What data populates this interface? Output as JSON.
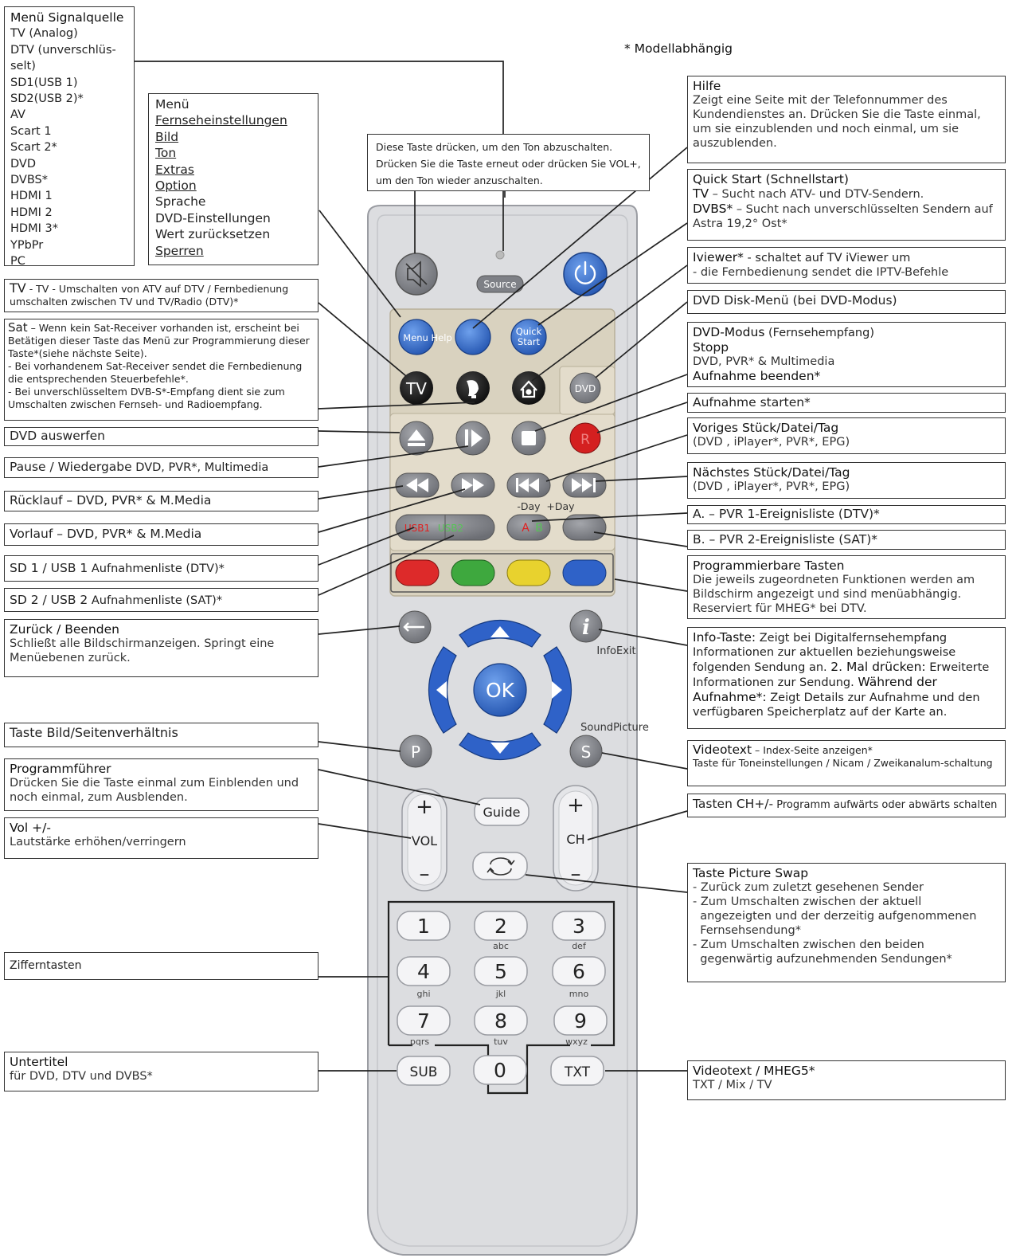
{
  "note": "* Modellabhängig",
  "source_menu": {
    "title": "Menü Signalquelle",
    "items": [
      "TV (Analog)",
      "DTV (unverschlüs-",
      "selt)",
      "SD1(USB 1)",
      "SD2(USB 2)*",
      "AV",
      "Scart 1",
      "Scart 2*",
      "DVD",
      "DVBS*",
      "HDMI 1",
      "HDMI 2",
      "HDMI 3*",
      "YPbPr",
      "PC"
    ]
  },
  "main_menu": {
    "items": [
      {
        "label": "Menü",
        "underline": false
      },
      {
        "label": "Fernseheinstellungen",
        "underline": true
      },
      {
        "label": "Bild",
        "underline": true
      },
      {
        "label": "Ton",
        "underline": true
      },
      {
        "label": "Extras",
        "underline": true
      },
      {
        "label": "Option",
        "underline": true
      },
      {
        "label": "Sprache",
        "underline": false
      },
      {
        "label": "DVD-Einstellungen",
        "underline": false
      },
      {
        "label": "Wert zurücksetzen",
        "underline": false
      },
      {
        "label": "Sperren",
        "underline": true
      }
    ]
  },
  "mute_note": [
    "Diese Taste drücken, um den Ton abzuschalten.",
    "Drücken Sie die Taste erneut oder drücken Sie VOL+,",
    "um den Ton wieder anzuschalten."
  ],
  "left": {
    "tv": {
      "title": "TV",
      "text": " - TV - Umschalten von ATV auf DTV / Fernbedienung umschalten zwischen TV und TV/Radio (DTV)*"
    },
    "sat": {
      "title": "Sat",
      "text": [
        " – Wenn kein Sat-Receiver vorhanden ist, erscheint bei Betätigen dieser Taste das Menü zur Programmierung dieser Taste*(siehe nächste Seite).",
        "- Bei vorhandenem Sat-Receiver sendet die Fernbedienung die entsprechenden Steuerbefehle*.",
        "- Bei unverschlüsseltem DVB-S*-Empfang dient sie zum Umschalten zwischen Fernseh- und Radioempfang."
      ]
    },
    "eject": "DVD auswerfen",
    "pause": {
      "title": "Pause / Wiedergabe",
      "text": " DVD, PVR*, Multimedia"
    },
    "rewind": "Rücklauf – DVD, PVR* & M.Media",
    "forward": "Vorlauf – DVD, PVR* & M.Media",
    "sd1": {
      "title": "SD 1 / USB 1",
      "text": " Aufnahmenliste (DTV)*"
    },
    "sd2": {
      "title": "SD 2 / USB 2",
      "text": " Aufnahmenliste (SAT)*"
    },
    "back": {
      "title": "Zurück / Beenden",
      "text": "Schließt alle Bildschirmanzeigen. Springt eine Menüebenen zurück."
    },
    "aspect": "Taste Bild/Seitenverhältnis",
    "guide": {
      "title": "Programmführer",
      "text": "Drücken Sie die Taste einmal zum Einblenden und noch einmal, zum Ausblenden."
    },
    "vol": {
      "title": "Vol +/-",
      "text": "Lautstärke erhöhen/verringern"
    },
    "digits": "Zifferntasten",
    "sub": {
      "title": "Untertitel",
      "text": "für DVD, DTV und DVBS*"
    }
  },
  "right": {
    "hilfe": {
      "title": "Hilfe",
      "text": "Zeigt eine Seite mit der Telefonnummer des Kundendienstes an. Drücken Sie die Taste einmal, um sie einzublenden und noch einmal, um sie auszublenden."
    },
    "quick": {
      "title": "Quick Start (Schnellstart)",
      "l1a": "TV",
      "l1b": " – Sucht nach ATV- und DTV-Sendern.",
      "l2a": "DVBS*",
      "l2b": " – Sucht nach unverschlüsselten Sendern auf Astra 19,2° Ost*"
    },
    "iviewer": {
      "a": "Iviewer*",
      "b": " - schaltet auf TV iViewer um",
      "c": "- die Fernbedienung sendet die IPTV-Befehle"
    },
    "dvdmenu": "DVD Disk-Menü (bei DVD-Modus)",
    "dvdmode": {
      "a": "DVD-Modus",
      "b": "  (Fernsehempfang)",
      "c": "Stopp",
      "d": "DVD, PVR* & Multimedia",
      "e": "Aufnahme beenden*"
    },
    "rec": "Aufnahme starten*",
    "prev": {
      "a": "Voriges Stück/Datei/Tag",
      "b": "(DVD , iPlayer*, PVR*, EPG)"
    },
    "next": {
      "a": "Nächstes Stück/Datei/Tag",
      "b": "(DVD   , iPlayer*, PVR*, EPG)"
    },
    "pvr1": "A. – PVR 1-Ereignisliste (DTV)*",
    "pvr2": "B. – PVR 2-Ereignisliste (SAT)*",
    "prog": {
      "title": "Programmierbare Tasten",
      "text": "Die jeweils zugeordneten Funktionen werden am Bildschirm angezeigt und sind menüabhängig. Reserviert für MHEG* bei DTV."
    },
    "info": {
      "a": "Info-Taste:",
      "b": " Zeigt bei Digitalfernsehempfang Informationen zur aktuellen beziehungsweise folgenden Sendung an. ",
      "c": "2. Mal drücken:",
      "d": " Erweiterte Informationen zur Sendung. ",
      "e": "Während der Aufnahme*:",
      "f": " Zeigt Details zur Aufnahme und den verfügbaren Speicherplatz auf der Karte an."
    },
    "videotext": {
      "a": "Videotext",
      "b": " – Index-Seite anzeigen*",
      "c": "Taste für Toneinstellungen / Nicam / Zweikanalum-schaltung"
    },
    "ch": {
      "a": "Tasten CH+/-",
      "b": "  Programm aufwärts oder abwärts schalten"
    },
    "swap": {
      "title": "Taste Picture Swap",
      "items": [
        "- Zurück zum zuletzt gesehenen Sender",
        "- Zum Umschalten zwischen der aktuell",
        "  angezeigten und der derzeitig aufgenommenen",
        "  Fernsehsendung*",
        "- Zum Umschalten zwischen den beiden",
        "  gegenwärtig aufzunehmenden Sendungen*"
      ]
    },
    "mheg": {
      "a": "Videotext / MHEG5*",
      "b": "TXT / Mix / TV"
    }
  },
  "remote": {
    "source": "Source",
    "menu_help": "Menu Help",
    "quick": "Quick",
    "start": "Start",
    "tv": "TV",
    "dvd": "DVD",
    "rec": "R",
    "day_minus": "-Day",
    "day_plus": "+Day",
    "usb1": "USB1",
    "usb2": "USB2",
    "a": "A",
    "b": "B",
    "info_exit": "InfoExit",
    "ok": "OK",
    "sound_picture": "SoundPicture",
    "p": "P",
    "s": "S",
    "guide": "Guide",
    "vol": "VOL",
    "ch": "CH",
    "plus": "+",
    "minus": "–",
    "sub": "SUB",
    "txt": "TXT",
    "keys": [
      {
        "n": "1",
        "s": ""
      },
      {
        "n": "2",
        "s": "abc"
      },
      {
        "n": "3",
        "s": "def"
      },
      {
        "n": "4",
        "s": ""
      },
      {
        "n": "5",
        "s": "ghi"
      },
      {
        "n": "6",
        "s": "jkl"
      },
      {
        "n": "7",
        "s": "mno"
      },
      {
        "n": "8",
        "s": "pqrs"
      },
      {
        "n": "9",
        "s": "tuv"
      },
      {
        "n": "0",
        "s": "wxyz"
      }
    ],
    "colors": {
      "red": "#dd2a2a",
      "green": "#3ea83e",
      "yellow": "#e8d22e",
      "blue": "#2f62c8",
      "panel": "#d9d2bf",
      "grey": "#7e8086",
      "body": "#dcdde0",
      "power": "#2c6fc4"
    }
  }
}
